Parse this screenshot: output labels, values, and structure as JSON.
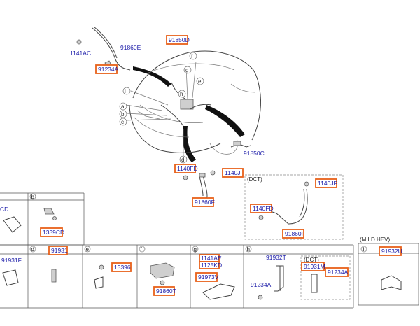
{
  "callouts": {
    "c_91850D": "91850D",
    "c_91860E": "91860E",
    "c_1141AC": "1141AC",
    "c_91234A_top": "91234A",
    "c_91850C": "91850C",
    "c_1140FD": "1140FD",
    "c_1140JF": "1140JF",
    "c_91860F": "91860F",
    "c_1140JF_dct": "1140JF",
    "c_1140FD_dct": "1140FD",
    "c_91860F_dct": "91860F",
    "c_1339CD_left": "1339CD",
    "c_CD": "CD",
    "c_91931F": "91931F",
    "c_91931": "91931",
    "c_13396": "13396",
    "c_91860T": "91860T",
    "c_1141AE": "1141AE",
    "c_1125KD": "1125KD",
    "c_91973V": "91973V",
    "c_91932T": "91932T",
    "c_91931M": "91931M",
    "c_91234A_h": "91234A",
    "c_91234A_h2": "91234A",
    "c_91932U": "91932U"
  },
  "section_headers": {
    "b": "b",
    "d": "d",
    "e": "e",
    "f": "f",
    "g": "g",
    "h": "h",
    "i": "i"
  },
  "group_titles": {
    "dct_right": "(DCT)",
    "dct_h": "(DCT)",
    "mild_hev": "(MILD HEV)"
  },
  "car_letters": [
    "a",
    "b",
    "c",
    "d",
    "e",
    "f",
    "g",
    "h",
    "i"
  ]
}
